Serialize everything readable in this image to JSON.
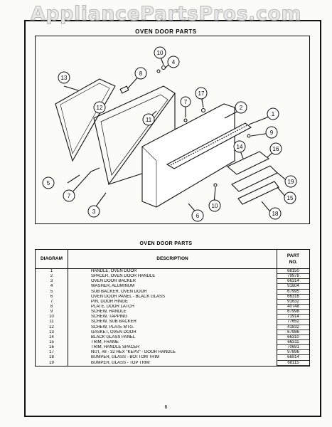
{
  "watermark": "AppliancePartsPros.com",
  "section_title": "OVEN DOOR PARTS",
  "table_caption": "OVEN DOOR PARTS",
  "headers": {
    "diagram": "DIAGRAM",
    "description": "DESCRIPTION",
    "part": "PART",
    "no": "NO."
  },
  "callouts": [
    "1",
    "2",
    "3",
    "4",
    "5",
    "6",
    "7",
    "8",
    "9",
    "10",
    "11",
    "12",
    "13",
    "14",
    "15",
    "16",
    "17",
    "18",
    "19",
    "7",
    "10"
  ],
  "rows": [
    {
      "diagram": "1",
      "description": "HANDLE, OVEN DOOR",
      "part": "68150"
    },
    {
      "diagram": "2",
      "description": "SPACER, OVEN DOOR HANDLE",
      "part": "79978"
    },
    {
      "diagram": "3",
      "description": "OVEN DOOR BACKER",
      "part": "66314"
    },
    {
      "diagram": "4",
      "description": "WASHER, ALUMINUM",
      "part": "91604"
    },
    {
      "diagram": "5",
      "description": "SUB BACKER, OVEN DOOR",
      "part": "67995"
    },
    {
      "diagram": "6",
      "description": "OVEN DOOR PANEL - BLACK GLASS",
      "part": "66316"
    },
    {
      "diagram": "7",
      "description": "PIN, DOOR HINGE",
      "part": "91632"
    },
    {
      "diagram": "8",
      "description": "PLATE, DOOR LATCH",
      "part": "40748"
    },
    {
      "diagram": "9",
      "description": "SCREW, HANDLE",
      "part": "67998"
    },
    {
      "diagram": "10",
      "description": "SCREW, TAPPING",
      "part": "71914"
    },
    {
      "diagram": "11",
      "description": "SCREW, SUB BACKER",
      "part": "77652"
    },
    {
      "diagram": "12",
      "description": "SCREW, PLATE MTG.",
      "part": "41832"
    },
    {
      "diagram": "13",
      "description": "GASKET, OVEN DOOR",
      "part": "67986"
    },
    {
      "diagram": "14",
      "description": "BLACK GLASS PANEL",
      "part": "66310"
    },
    {
      "diagram": "15",
      "description": "TRIM, FRAME",
      "part": "66311"
    },
    {
      "diagram": "16",
      "description": "TRIM, HANDLE SPACER",
      "part": "70691"
    },
    {
      "diagram": "17",
      "description": "NUT, #8 - 32 HEX \"KEPS\" - DOOR HANDLE",
      "part": "97896"
    },
    {
      "diagram": "18",
      "description": "BUMPER, GLASS - BOTTOM TRIM",
      "part": "66914"
    },
    {
      "diagram": "19",
      "description": "BUMPER, GLASS - TOP TRIM",
      "part": "68115"
    }
  ],
  "page_number": "6"
}
